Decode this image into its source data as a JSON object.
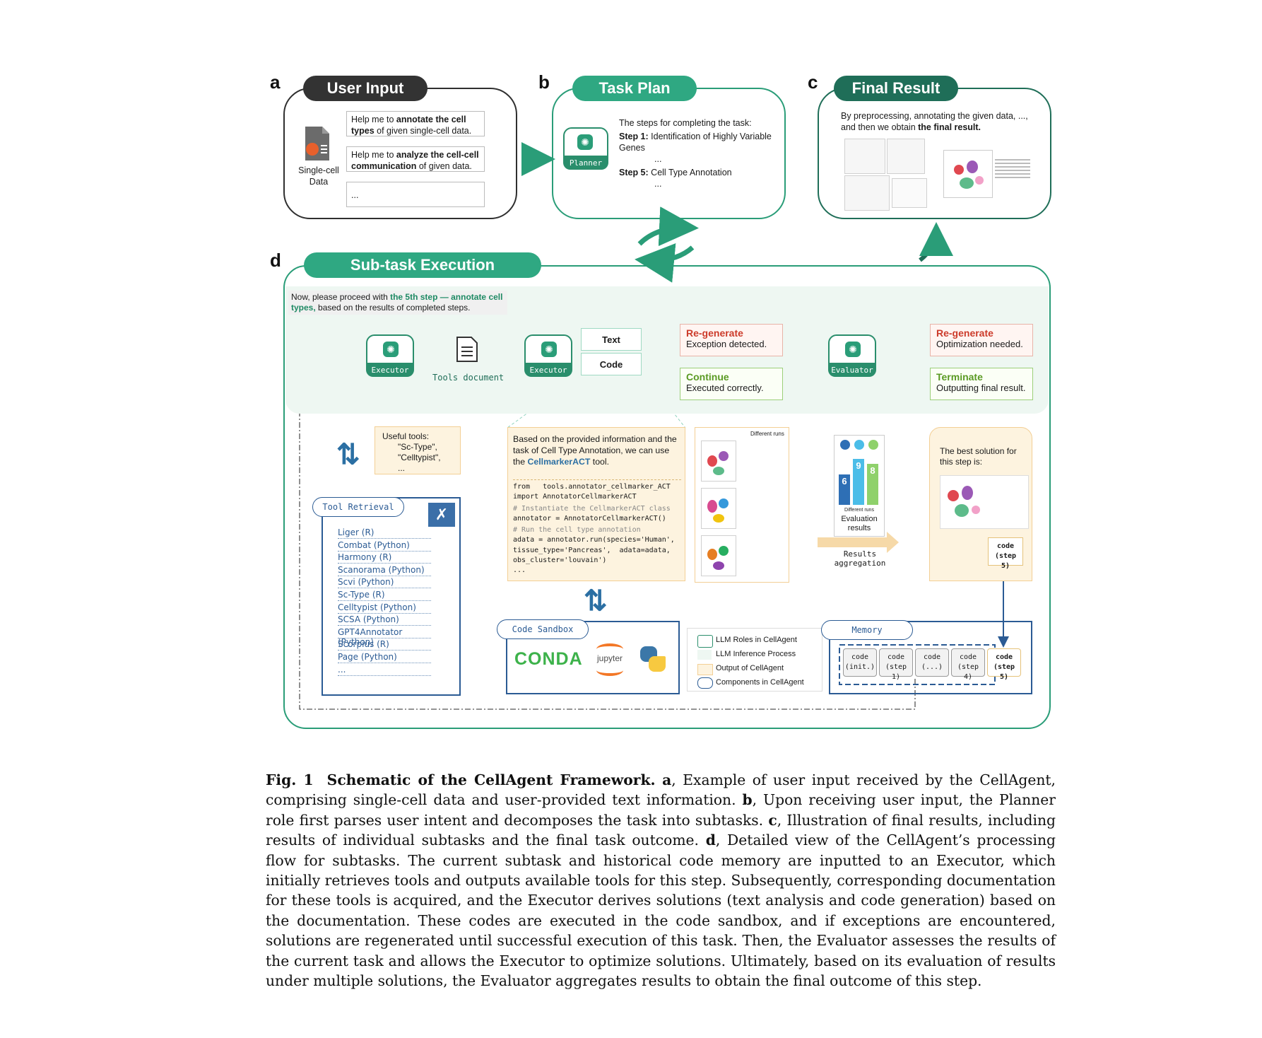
{
  "panels": {
    "a": {
      "letter": "a",
      "title": "User Input",
      "data_label_1": "Single-cell",
      "data_label_2": "Data",
      "prompt1_pre": "Help me to ",
      "prompt1_bold": "annotate the cell types",
      "prompt1_post": " of given single-cell data.",
      "prompt2_pre": "Help me to ",
      "prompt2_bold": "analyze the cell-cell communication",
      "prompt2_post": " of given data.",
      "prompt3": "..."
    },
    "b": {
      "letter": "b",
      "title": "Task Plan",
      "role": "Planner",
      "intro": "The steps for completing the task:",
      "step1_label": "Step 1:",
      "step1_text": "Identification of Highly Variable Genes",
      "ellipsis1": "...",
      "step5_label": "Step 5:",
      "step5_text": "Cell Type Annotation",
      "ellipsis2": "..."
    },
    "c": {
      "letter": "c",
      "title": "Final Result",
      "text_pre": "By preprocessing, annotating the given data, ..., and then we obtain ",
      "text_bold": "the final result."
    },
    "d": {
      "letter": "d",
      "title": "Sub-task Execution",
      "instruction_pre": "Now, please proceed with ",
      "instruction_bold": "the 5th step — annotate cell types,",
      "instruction_post": " based on the results of completed steps.",
      "executor": "Executor",
      "evaluator": "Evaluator",
      "tools_document": "Tools document",
      "text_tab": "Text",
      "code_tab": "Code",
      "regen1_title": "Re-generate",
      "regen1_text": "Exception detected.",
      "continue_title": "Continue",
      "continue_text": "Executed correctly.",
      "regen2_title": "Re-generate",
      "regen2_text": "Optimization needed.",
      "terminate_title": "Terminate",
      "terminate_text": "Outputting final result.",
      "useful_tools_title": "Useful tools:",
      "useful_tools_1": "\"Sc-Type\",",
      "useful_tools_2": "\"Celltypist\",",
      "useful_tools_3": "...",
      "tool_retrieval": "Tool Retrieval",
      "tools": [
        "Liger (R)",
        "Combat (Python)",
        "Harmony (R)",
        "Scanorama (Python)",
        "Scvi (Python)",
        "Sc-Type (R)",
        "Celltypist (Python)",
        "SCSA (Python)",
        "GPT4Annotator (Python)",
        "Scorpius (R)",
        "Page (Python)",
        "..."
      ],
      "solution_text_pre": "Based on the provided information and the task of Cell Type Annotation, we can use the ",
      "solution_text_bold": "CellmarkerACT",
      "solution_text_post": " tool.",
      "code_lines": [
        "from   tools.annotator_cellmarker_ACT",
        "import AnnotatorCellmarkerACT",
        "# Instantiate the CellmarkerACT class",
        "annotator = AnnotatorCellmarkerACT()",
        "# Run the cell type annotation",
        "adata = annotator.run(species='Human',",
        "tissue_type='Pancreas',  adata=adata,",
        "obs_cluster='louvain')",
        "..."
      ],
      "different_runs": "Different runs",
      "eval_scores": [
        "6",
        "9",
        "8"
      ],
      "eval_different_runs": "Different runs",
      "eval_results_1": "Evaluation",
      "eval_results_2": "results",
      "results_agg_1": "Results",
      "results_agg_2": "aggregation",
      "best_solution_1": "The best solution for",
      "best_solution_2": "this step is:",
      "code_step5_1": "code",
      "code_step5_2": "(step 5)",
      "code_sandbox": "Code Sandbox",
      "conda": "CONDA",
      "jupyter": "jupyter",
      "memory": "Memory",
      "memory_cells": [
        {
          "l1": "code",
          "l2": "(init.)"
        },
        {
          "l1": "code",
          "l2": "(step 1)"
        },
        {
          "l1": "code",
          "l2": "(...)"
        },
        {
          "l1": "code",
          "l2": "(step 4)"
        },
        {
          "l1": "code",
          "l2": "(step 5)"
        }
      ],
      "legend": [
        "LLM Roles  in CellAgent",
        "LLM Inference Process",
        "Output  of CellAgent",
        "Components  in CellAgent"
      ]
    }
  },
  "caption": {
    "fig_label": "Fig. 1",
    "fig_title": "Schematic of the CellAgent Framework.",
    "a_label": "a",
    "a_text": ", Example of user input received by the CellAgent, comprising single-cell data and user-provided text information. ",
    "b_label": "b",
    "b_text": ", Upon receiving user input, the Planner role first parses user intent and decomposes the task into subtasks. ",
    "c_label": "c",
    "c_text": ", Illustration of final results, including results of individual subtasks and the final task outcome. ",
    "d_label": "d",
    "d_text": ", Detailed view of the CellAgent’s processing flow for subtasks. The current subtask and historical code memory are inputted to an Executor, which initially retrieves tools and outputs available tools for this step. Subsequently, corresponding documentation for these tools is acquired, and the Executor derives solutions (text analysis and code generation) based on the documentation. These codes are executed in the code sandbox, and if exceptions are encountered, solutions are regenerated until successful execution of this task. Then, the Evaluator assesses the results of the current task and allows the Executor to optimize solutions. Ultimately, based on its evaluation of results under multiple solutions, the Evaluator aggregates results to obtain the final outcome of this step."
  },
  "colors": {
    "teal": "#2a9d78",
    "dark_teal": "#1f6e58",
    "dark": "#333333",
    "salmon": "#e8877a",
    "blue": "#2b5b94",
    "cream": "#fdf3df"
  },
  "icons": [
    "document-icon",
    "gpt-logo-icon",
    "tools-wrench-icon",
    "python-icon",
    "sync-arrows-icon",
    "up-arrow-icon",
    "swap-arrows-icon",
    "emoji-face-icon"
  ]
}
